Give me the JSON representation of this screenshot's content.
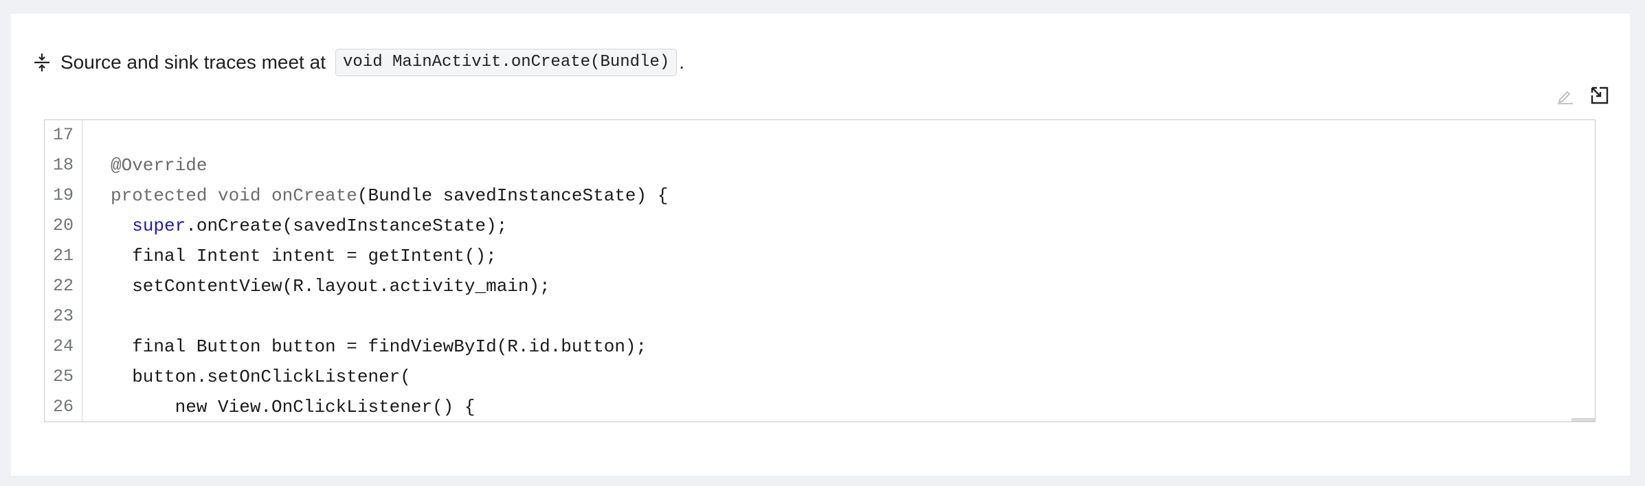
{
  "header": {
    "icon": "merge-meet-icon",
    "text": "Source and sink traces meet at",
    "method_signature": "void MainActivit.onCreate(Bundle)",
    "trailing": "."
  },
  "toolbar": {
    "edit_icon": "pencil-icon",
    "open_icon": "open-in-editor-icon"
  },
  "code": {
    "lines": [
      {
        "number": "17",
        "segments": []
      },
      {
        "number": "18",
        "segments": [
          {
            "text": "@Override",
            "style": "gray"
          }
        ]
      },
      {
        "number": "19",
        "segments": [
          {
            "text": "protected void onCreate",
            "style": "gray"
          },
          {
            "text": "(Bundle savedInstanceState) {",
            "style": "plain"
          }
        ]
      },
      {
        "number": "20",
        "segments": [
          {
            "text": "  ",
            "style": "plain"
          },
          {
            "text": "super",
            "style": "blue"
          },
          {
            "text": ".onCreate(savedInstanceState);",
            "style": "plain"
          }
        ]
      },
      {
        "number": "21",
        "segments": [
          {
            "text": "  final Intent intent = getIntent();",
            "style": "plain"
          }
        ]
      },
      {
        "number": "22",
        "segments": [
          {
            "text": "  setContentView(R.layout.activity_main);",
            "style": "plain"
          }
        ]
      },
      {
        "number": "23",
        "segments": []
      },
      {
        "number": "24",
        "segments": [
          {
            "text": "  final Button button = findViewById(R.id.button);",
            "style": "plain"
          }
        ]
      },
      {
        "number": "25",
        "segments": [
          {
            "text": "  button.setOnClickListener(",
            "style": "plain"
          }
        ]
      },
      {
        "number": "26",
        "segments": [
          {
            "text": "      new View.OnClickListener() {",
            "style": "plain"
          }
        ]
      }
    ]
  }
}
